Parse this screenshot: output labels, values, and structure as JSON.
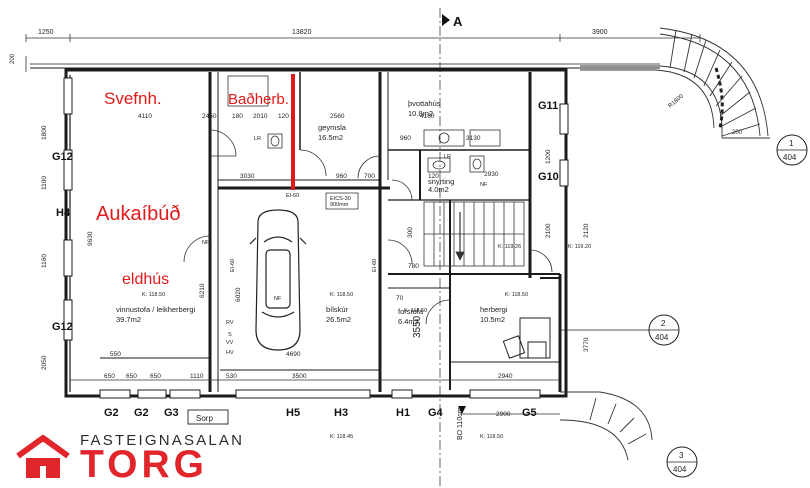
{
  "dimensions": {
    "d1250": "1250",
    "d13820": "13820",
    "d3900": "3900",
    "d200": "200",
    "d4110": "4110",
    "d2450": "2450",
    "d2010": "2010",
    "d120": "120",
    "d2560": "2560",
    "d4160": "4160",
    "d3030": "3030",
    "d960": "960",
    "d700": "700",
    "d180": "180",
    "d1800": "1800",
    "d1100": "1100",
    "d1160": "1160",
    "d9630": "9630",
    "d2050": "2050",
    "d6210": "6210",
    "d6020": "6020",
    "d4690": "4690",
    "d550": "550",
    "d650": "650",
    "d1110": "1110",
    "d530": "530",
    "d3500": "3500",
    "d2940": "2940",
    "d2900": "2900",
    "d3550": "3550",
    "d3770": "3770",
    "d2100": "2100",
    "d1200": "1200",
    "d300": "300",
    "d2120": "2120",
    "d70": "70",
    "d780": "780",
    "d2930": "2930",
    "d3130": "3130",
    "d200b": "200",
    "dR1800": "R1800",
    "dk1": "K: 118.50",
    "dk2": "K: 118.50",
    "dk3": "K: 118.50",
    "dk4": "K: 119.26",
    "dk5": "K: 119.20",
    "dk6": "K: 118.45",
    "dk7": "K: 118.50",
    "dk8": "K: 118.50"
  },
  "rooms": {
    "geymsla": "geymsla",
    "geymsla_area": "16.5m2",
    "thvottahus": "þvottahús",
    "thvottahus_area": "10.8m2",
    "snyrting": "snyrting",
    "snyrting_area": "4.0m2",
    "vinnustofa": "vinnustofa / leikherbergi",
    "vinnustofa_area": "39.7m2",
    "bilskur": "bílskúr",
    "bilskur_area": "26.5m2",
    "forstofa": "forstofa",
    "forstofa_area": "6.4m2",
    "herbergi": "herbergi",
    "herbergi_area": "10.5m2",
    "sorp": "Sorp",
    "lr1": "LR",
    "lr2": "LR",
    "nf1": "NF",
    "nf2": "NF",
    "nf3": "NF",
    "rv": "RV",
    "s": "S",
    "vv": "VV",
    "hv": "HV",
    "ei60a": "EI-60",
    "ei60b": "EI-60",
    "ei60c": "EI-60",
    "eics": "EICS-30",
    "eics2": "900mm"
  },
  "annotations": {
    "svefnh": "Svefnh.",
    "badherb": "Baðherb.",
    "aukaibud": "Aukaíbúð",
    "eldhus": "eldhús"
  },
  "grid_labels": {
    "g11": "G11",
    "g10": "G10",
    "g12a": "G12",
    "g12b": "G12",
    "h4": "H4",
    "g2a": "G2",
    "g2b": "G2",
    "g3": "G3",
    "h5": "H5",
    "h3": "H3",
    "h1": "H1",
    "g4": "G4",
    "g5": "G5",
    "a": "A",
    "bo": "BO 110cm"
  },
  "section_markers": [
    {
      "num": "1",
      "sheet": "404"
    },
    {
      "num": "2",
      "sheet": "404"
    },
    {
      "num": "3",
      "sheet": "404"
    }
  ],
  "logo": {
    "top": "FASTEIGNASALAN",
    "main": "TORG"
  },
  "colors": {
    "accent_red": "#e01a1a",
    "logo_red": "#e0262b",
    "line": "#222222"
  }
}
